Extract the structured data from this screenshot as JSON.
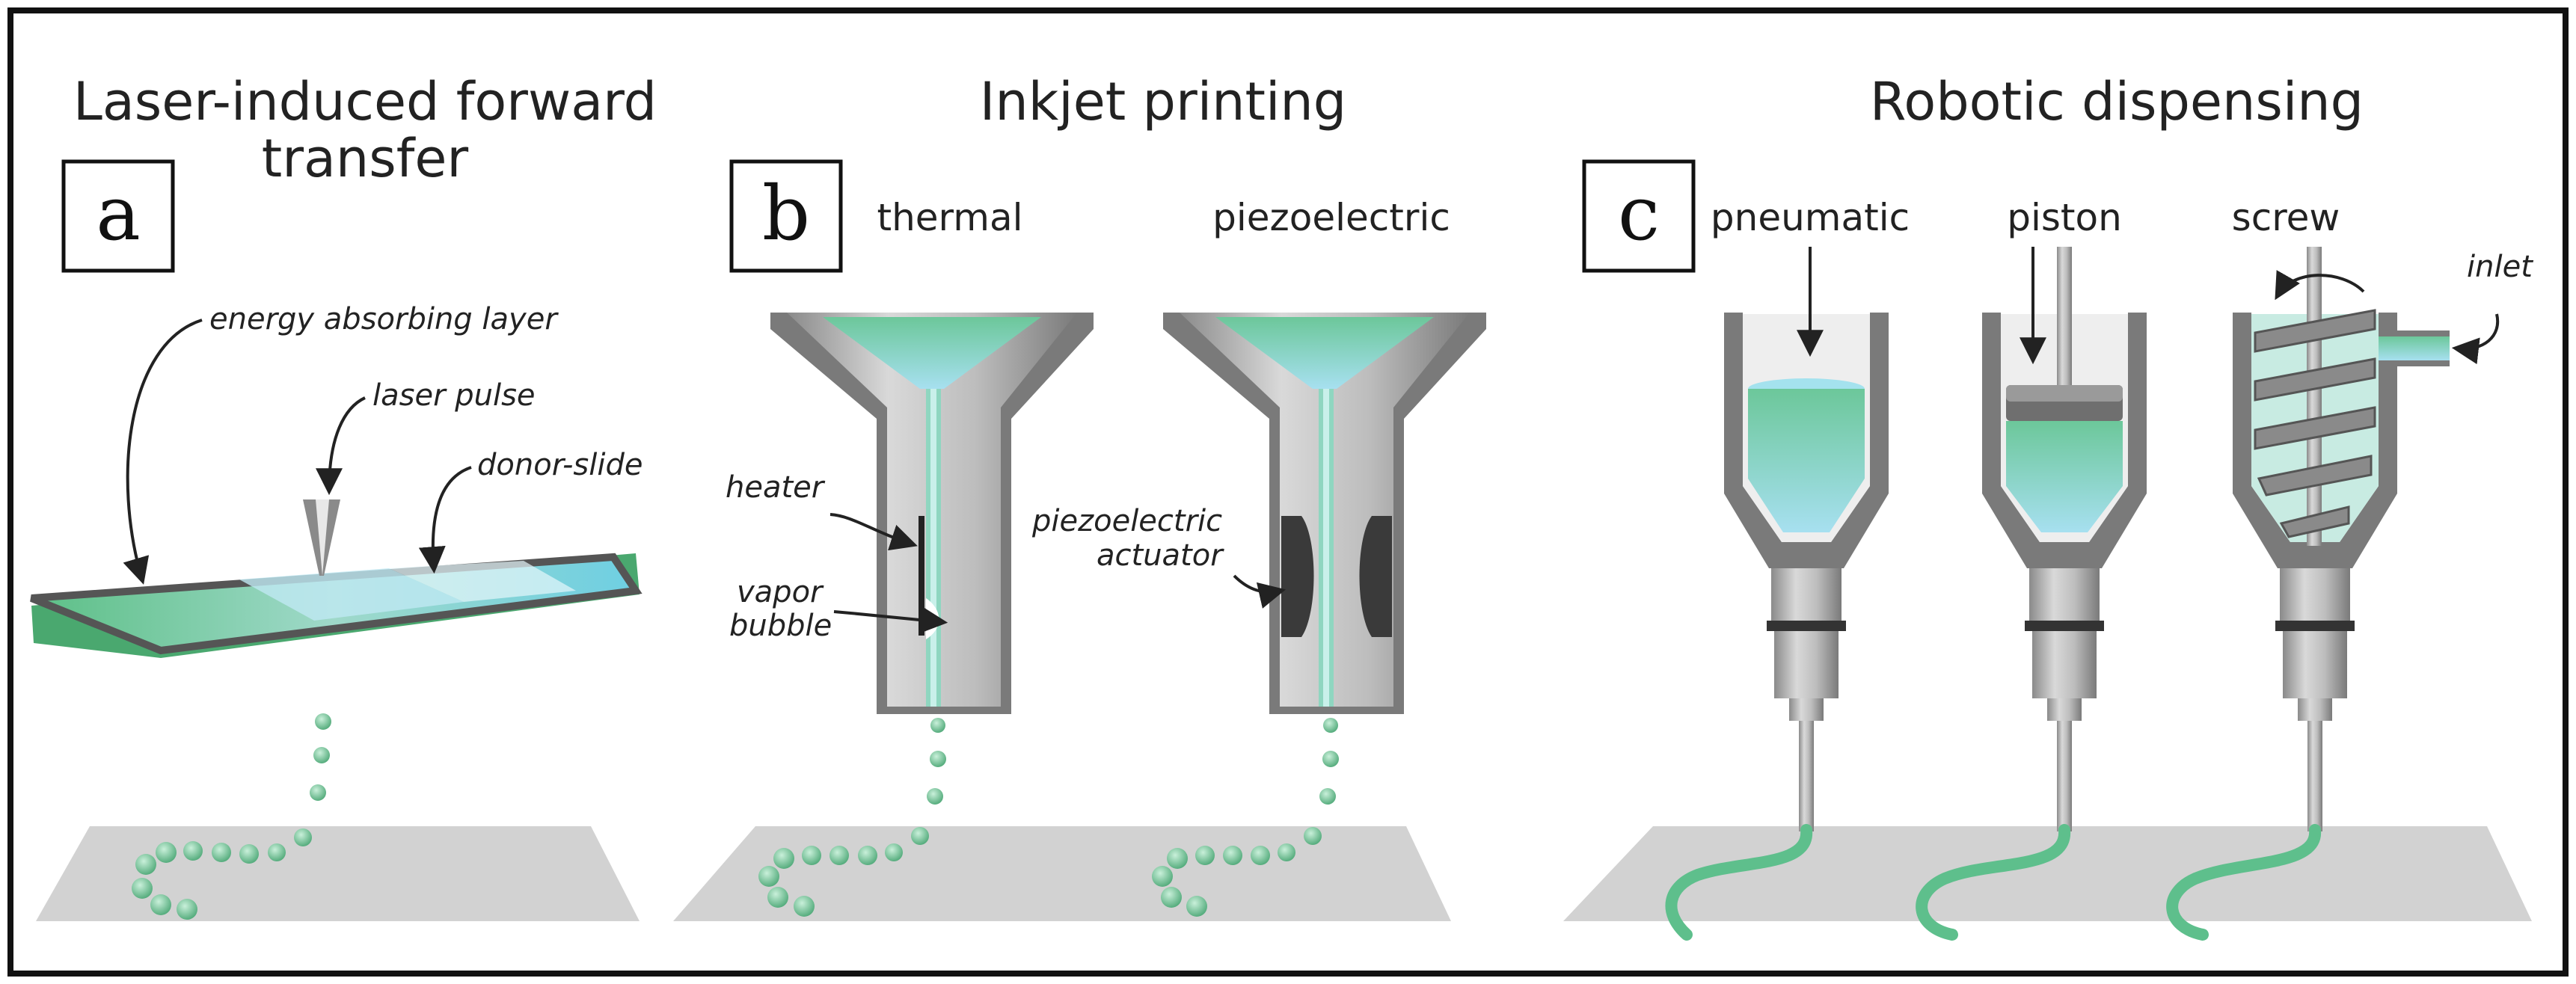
{
  "panels": [
    {
      "letter": "a",
      "title_line1": "Laser-induced forward",
      "title_line2": "transfer",
      "labels": {
        "energy": "energy absorbing layer",
        "laser": "laser pulse",
        "donor": "donor-slide"
      }
    },
    {
      "letter": "b",
      "title": "Inkjet printing",
      "sub_thermal": "thermal",
      "sub_piezo": "piezoelectric",
      "labels": {
        "heater": "heater",
        "vapor1": "vapor",
        "vapor2": "bubble",
        "piezo1": "piezoelectric",
        "piezo2": "actuator"
      }
    },
    {
      "letter": "c",
      "title": "Robotic dispensing",
      "sub_pneumatic": "pneumatic",
      "sub_piston": "piston",
      "sub_screw": "screw",
      "labels": {
        "inlet": "inlet"
      }
    }
  ],
  "colors": {
    "ink_green": "#6cc79a",
    "ink_cyan": "#9fdcef",
    "metal_dark": "#6f6f6f",
    "metal_light": "#c8c8c8",
    "substrate": "#d4d4d4",
    "frame": "#111111"
  }
}
